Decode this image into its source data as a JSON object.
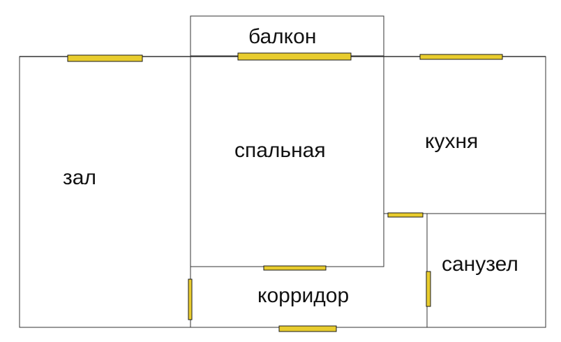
{
  "rooms": {
    "balcony": "балкон",
    "hall": "зал",
    "bedroom": "спальная",
    "kitchen": "кухня",
    "bathroom": "санузел",
    "corridor": "корридор"
  },
  "colors": {
    "wall": "#333333",
    "opening_fill": "#E8CC2E",
    "opening_stroke": "#1a1a1a",
    "background": "#ffffff"
  }
}
